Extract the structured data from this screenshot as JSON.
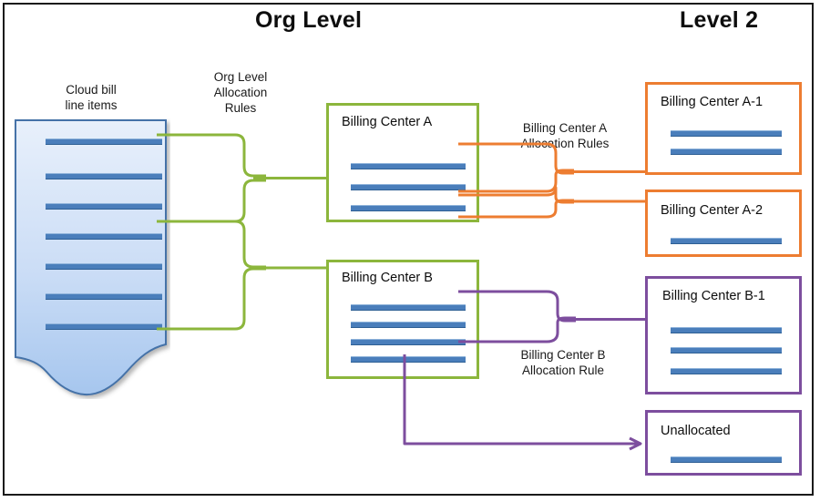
{
  "headers": {
    "org_level": "Org Level",
    "level_2": "Level 2"
  },
  "captions": {
    "cloud_bill": "Cloud bill\nline items",
    "org_level_rules": "Org Level\nAllocation\nRules",
    "bca_rules": "Billing Center A\nAllocation Rules",
    "bcb_rules": "Billing Center B\nAllocation Rule"
  },
  "source": {
    "name": "cloud-bill-document",
    "line_count": 7,
    "fill_top": "#E3EDFA",
    "fill_bottom": "#A8C8EE",
    "border": "#4472A8"
  },
  "boxes": [
    {
      "id": "billing-center-a",
      "title": "Billing Center A",
      "lines": 3,
      "color": "#8CB63C",
      "level": "org"
    },
    {
      "id": "billing-center-b",
      "title": "Billing Center B",
      "lines": 4,
      "color": "#8CB63C",
      "level": "org"
    },
    {
      "id": "billing-center-a-1",
      "title": "Billing Center A-1",
      "lines": 2,
      "color": "#ED7D31",
      "level": "2"
    },
    {
      "id": "billing-center-a-2",
      "title": "Billing Center A-2",
      "lines": 1,
      "color": "#ED7D31",
      "level": "2"
    },
    {
      "id": "billing-center-b-1",
      "title": "Billing Center B-1",
      "lines": 3,
      "color": "#7D4E9E",
      "level": "2"
    },
    {
      "id": "unallocated",
      "title": "Unallocated",
      "lines": 1,
      "color": "#7D4E9E",
      "level": "2"
    }
  ],
  "colors": {
    "green": "#8CB63C",
    "orange": "#ED7D31",
    "purple": "#7D4E9E",
    "line_blue": "#4A7EBB",
    "frame": "#1a1a1a",
    "text": "#0d0d0d"
  },
  "diagram_data": {
    "type": "flow",
    "title": "Cloud bill allocation hierarchy",
    "flows": [
      {
        "from": "cloud-bill-document",
        "to": "billing-center-a",
        "label": "Org Level Allocation Rules",
        "color": "#8CB63C"
      },
      {
        "from": "cloud-bill-document",
        "to": "billing-center-b",
        "label": "Org Level Allocation Rules",
        "color": "#8CB63C"
      },
      {
        "from": "billing-center-a",
        "to": "billing-center-a-1",
        "label": "Billing Center A Allocation Rules",
        "color": "#ED7D31"
      },
      {
        "from": "billing-center-a",
        "to": "billing-center-a-2",
        "label": "Billing Center A Allocation Rules",
        "color": "#ED7D31"
      },
      {
        "from": "billing-center-b",
        "to": "billing-center-b-1",
        "label": "Billing Center B Allocation Rule",
        "color": "#7D4E9E"
      },
      {
        "from": "billing-center-b",
        "to": "unallocated",
        "label": "",
        "color": "#7D4E9E"
      }
    ]
  }
}
